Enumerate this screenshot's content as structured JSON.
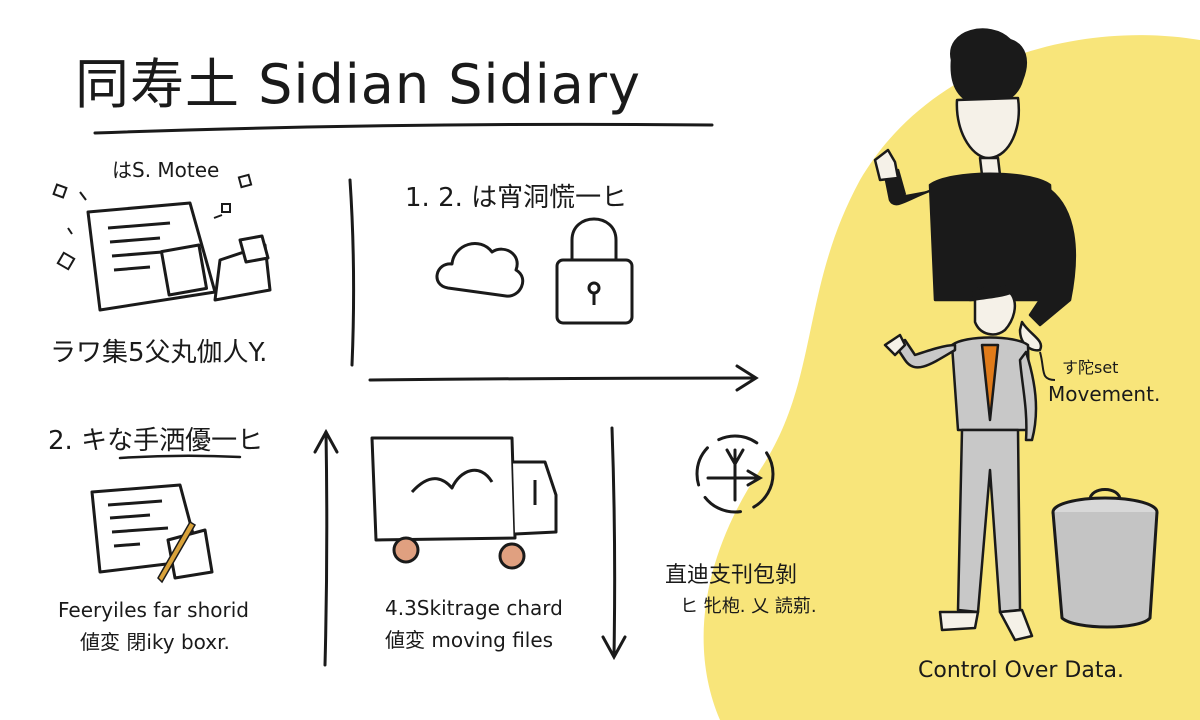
{
  "title": "同寿土 Sidian Sidiary",
  "section1": {
    "label": "はS. Motee",
    "caption": "ラワ集5父丸伽人Y."
  },
  "section2": {
    "heading": "1. 2. は宵洞慌一ヒ"
  },
  "section3": {
    "heading": "2. キな手洒優一ヒ",
    "caption_line1": "Feeryiles far shorid",
    "caption_line2": "値変 閉iky boxr."
  },
  "section4": {
    "caption_line1": "4.3Skitrage chard",
    "caption_line2": "値変 moving files"
  },
  "section5": {
    "heading": "直迪支刊包剝",
    "subtext": "ヒ 牝枹. 乂 読莂."
  },
  "person": {
    "note_line1": "す陀set",
    "note_line2": "Movement.",
    "footer": "Control Over Data."
  },
  "colors": {
    "accent_yellow": "#f8e57a",
    "ink": "#1a1a1a",
    "tie_orange": "#e07b1a",
    "gold": "#d9a23a"
  }
}
